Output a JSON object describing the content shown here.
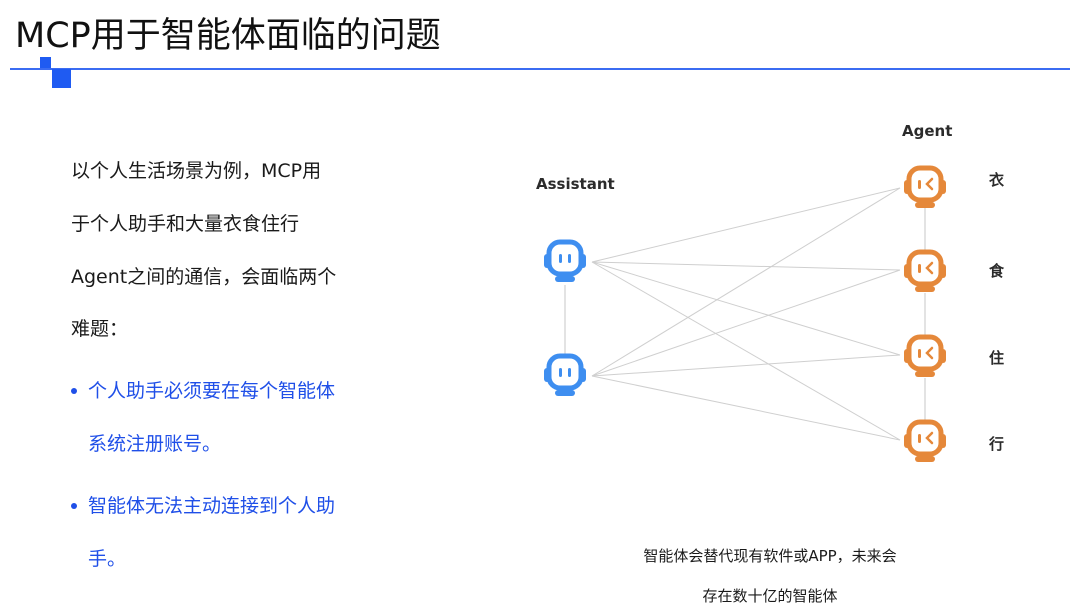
{
  "header": {
    "title": "MCP用于智能体面临的问题"
  },
  "intro": {
    "lines": [
      "以个人生活场景为例，MCP用",
      "于个人助手和大量衣食住行",
      "Agent之间的通信，会面临两个",
      "难题："
    ]
  },
  "problems": [
    {
      "lines": [
        "个人助手必须要在每个智能体",
        "系统注册账号。"
      ]
    },
    {
      "lines": [
        "智能体无法主动连接到个人助",
        "手。"
      ]
    }
  ],
  "diagram": {
    "assistant_label": "Assistant",
    "agent_label": "Agent",
    "categories": [
      "衣",
      "食",
      "住",
      "行"
    ],
    "assistant_icon": "assistant-robot-icon",
    "agent_icon": "agent-robot-icon",
    "colors": {
      "assistant": "#3e8ef0",
      "agent": "#e5883a",
      "accent": "#1f4fe8"
    }
  },
  "caption": {
    "line1": "智能体会替代现有软件或APP，未来会",
    "line2": "存在数十亿的智能体"
  }
}
